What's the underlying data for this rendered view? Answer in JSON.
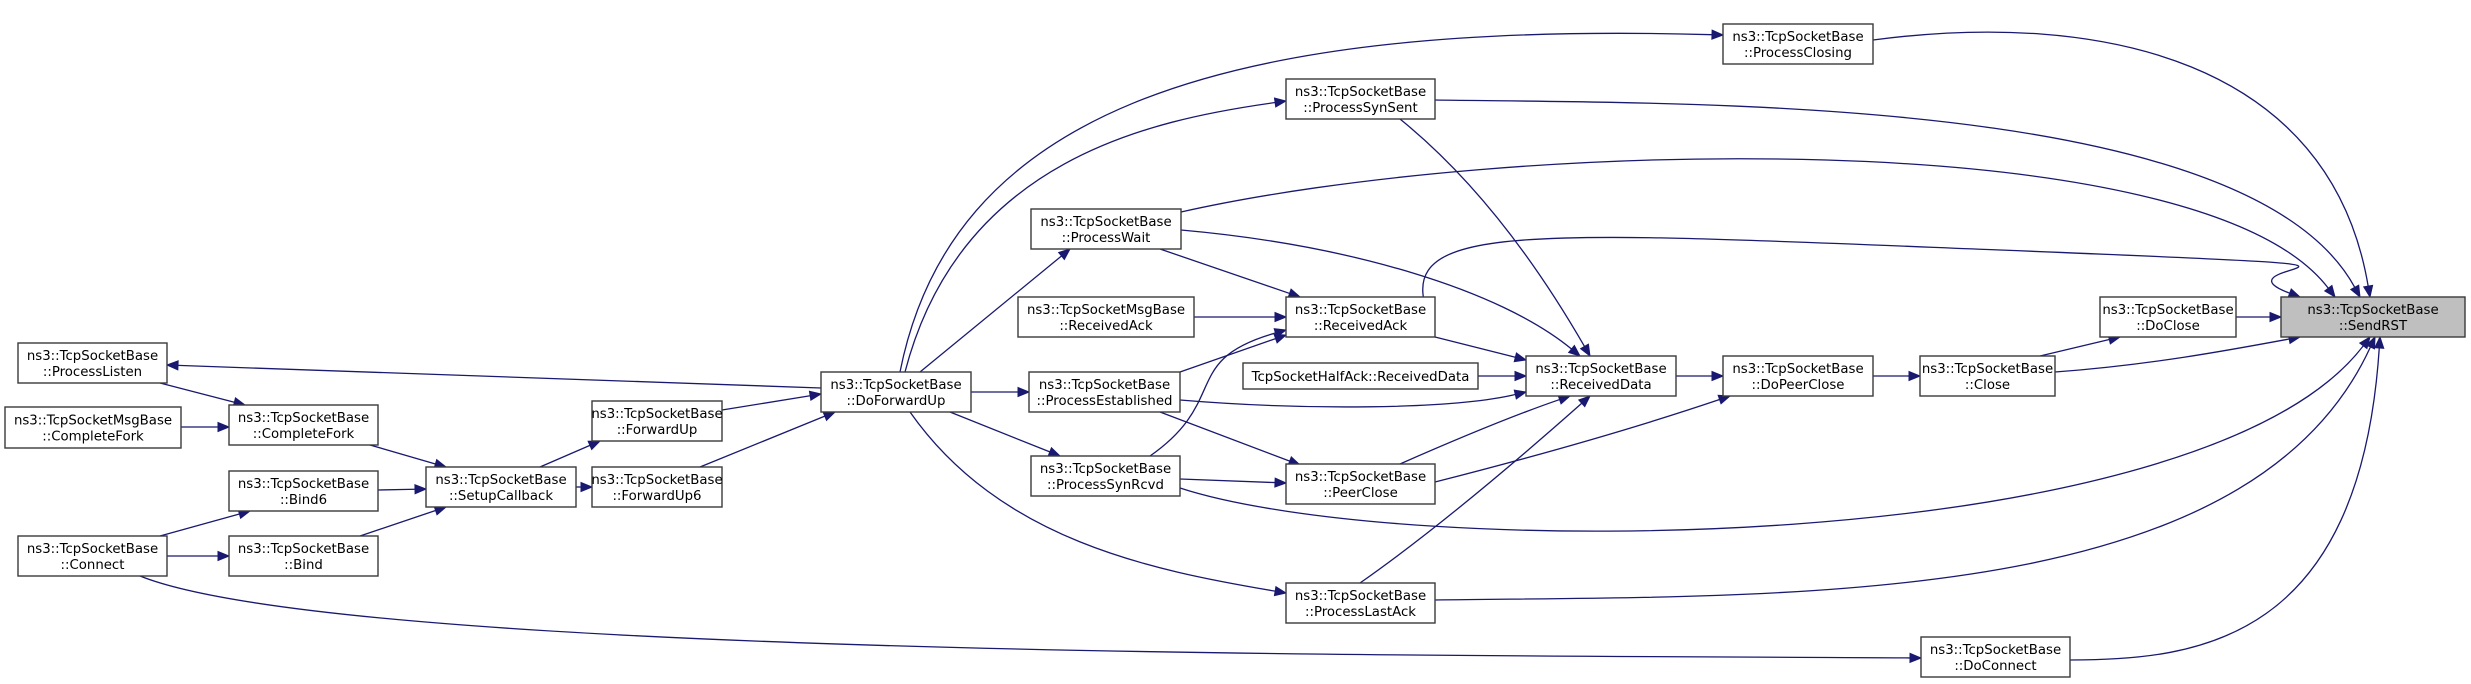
{
  "title": "ns3::TcpSocketBase::SendRST caller graph",
  "colors": {
    "edge": "#191970",
    "node_border": "#3a3a3a",
    "node_fill": "#ffffff",
    "root_fill": "#bfbfbf"
  },
  "nodes": [
    {
      "id": "SendRST",
      "lines": [
        "ns3::TcpSocketBase",
        "::SendRST"
      ],
      "root": true
    },
    {
      "id": "ProcessClosing",
      "lines": [
        "ns3::TcpSocketBase",
        "::ProcessClosing"
      ]
    },
    {
      "id": "ProcessSynSent",
      "lines": [
        "ns3::TcpSocketBase",
        "::ProcessSynSent"
      ]
    },
    {
      "id": "ProcessWait",
      "lines": [
        "ns3::TcpSocketBase",
        "::ProcessWait"
      ]
    },
    {
      "id": "MsgReceivedAck",
      "lines": [
        "ns3::TcpSocketMsgBase",
        "::ReceivedAck"
      ]
    },
    {
      "id": "ReceivedAck",
      "lines": [
        "ns3::TcpSocketBase",
        "::ReceivedAck"
      ]
    },
    {
      "id": "HalfAckReceivedData",
      "lines": [
        "TcpSocketHalfAck::ReceivedData"
      ]
    },
    {
      "id": "ProcessEstablished",
      "lines": [
        "ns3::TcpSocketBase",
        "::ProcessEstablished"
      ]
    },
    {
      "id": "ReceivedData",
      "lines": [
        "ns3::TcpSocketBase",
        "::ReceivedData"
      ]
    },
    {
      "id": "DoPeerClose",
      "lines": [
        "ns3::TcpSocketBase",
        "::DoPeerClose"
      ]
    },
    {
      "id": "Close",
      "lines": [
        "ns3::TcpSocketBase",
        "::Close"
      ]
    },
    {
      "id": "DoClose",
      "lines": [
        "ns3::TcpSocketBase",
        "::DoClose"
      ]
    },
    {
      "id": "ProcessSynRcvd",
      "lines": [
        "ns3::TcpSocketBase",
        "::ProcessSynRcvd"
      ]
    },
    {
      "id": "PeerClose",
      "lines": [
        "ns3::TcpSocketBase",
        "::PeerClose"
      ]
    },
    {
      "id": "ProcessLastAck",
      "lines": [
        "ns3::TcpSocketBase",
        "::ProcessLastAck"
      ]
    },
    {
      "id": "DoConnect",
      "lines": [
        "ns3::TcpSocketBase",
        "::DoConnect"
      ]
    },
    {
      "id": "DoForwardUp",
      "lines": [
        "ns3::TcpSocketBase",
        "::DoForwardUp"
      ]
    },
    {
      "id": "ForwardUp",
      "lines": [
        "ns3::TcpSocketBase",
        "::ForwardUp"
      ]
    },
    {
      "id": "ForwardUp6",
      "lines": [
        "ns3::TcpSocketBase",
        "::ForwardUp6"
      ]
    },
    {
      "id": "SetupCallback",
      "lines": [
        "ns3::TcpSocketBase",
        "::SetupCallback"
      ]
    },
    {
      "id": "CompleteFork",
      "lines": [
        "ns3::TcpSocketBase",
        "::CompleteFork"
      ]
    },
    {
      "id": "Bind6",
      "lines": [
        "ns3::TcpSocketBase",
        "::Bind6"
      ]
    },
    {
      "id": "Bind",
      "lines": [
        "ns3::TcpSocketBase",
        "::Bind"
      ]
    },
    {
      "id": "ProcessListen",
      "lines": [
        "ns3::TcpSocketBase",
        "::ProcessListen"
      ]
    },
    {
      "id": "MsgCompleteFork",
      "lines": [
        "ns3::TcpSocketMsgBase",
        "::CompleteFork"
      ]
    },
    {
      "id": "Connect",
      "lines": [
        "ns3::TcpSocketBase",
        "::Connect"
      ]
    }
  ],
  "edges": [
    {
      "from": "ProcessClosing",
      "to": "SendRST"
    },
    {
      "from": "ProcessSynSent",
      "to": "SendRST"
    },
    {
      "from": "ProcessWait",
      "to": "SendRST"
    },
    {
      "from": "ReceivedAck",
      "to": "SendRST"
    },
    {
      "from": "DoClose",
      "to": "SendRST"
    },
    {
      "from": "Close",
      "to": "SendRST"
    },
    {
      "from": "ProcessSynRcvd",
      "to": "SendRST"
    },
    {
      "from": "ProcessLastAck",
      "to": "SendRST"
    },
    {
      "from": "DoConnect",
      "to": "SendRST"
    },
    {
      "from": "Close",
      "to": "DoClose"
    },
    {
      "from": "DoPeerClose",
      "to": "Close"
    },
    {
      "from": "ReceivedData",
      "to": "DoPeerClose"
    },
    {
      "from": "PeerClose",
      "to": "DoPeerClose"
    },
    {
      "from": "ReceivedAck",
      "to": "ReceivedData"
    },
    {
      "from": "HalfAckReceivedData",
      "to": "ReceivedData"
    },
    {
      "from": "ProcessEstablished",
      "to": "ReceivedData"
    },
    {
      "from": "ProcessWait",
      "to": "ReceivedData"
    },
    {
      "from": "ProcessSynSent",
      "to": "ReceivedData"
    },
    {
      "from": "PeerClose",
      "to": "ReceivedData"
    },
    {
      "from": "ProcessLastAck",
      "to": "ReceivedData"
    },
    {
      "from": "ProcessWait",
      "to": "ReceivedAck"
    },
    {
      "from": "MsgReceivedAck",
      "to": "ReceivedAck"
    },
    {
      "from": "ProcessEstablished",
      "to": "ReceivedAck"
    },
    {
      "from": "ProcessSynRcvd",
      "to": "ReceivedAck"
    },
    {
      "from": "ProcessEstablished",
      "to": "PeerClose"
    },
    {
      "from": "ProcessSynRcvd",
      "to": "PeerClose"
    },
    {
      "from": "DoForwardUp",
      "to": "ProcessClosing"
    },
    {
      "from": "DoForwardUp",
      "to": "ProcessSynSent"
    },
    {
      "from": "DoForwardUp",
      "to": "ProcessWait"
    },
    {
      "from": "DoForwardUp",
      "to": "ProcessEstablished"
    },
    {
      "from": "DoForwardUp",
      "to": "ProcessSynRcvd"
    },
    {
      "from": "DoForwardUp",
      "to": "ProcessLastAck"
    },
    {
      "from": "DoForwardUp",
      "to": "ProcessListen"
    },
    {
      "from": "ForwardUp",
      "to": "DoForwardUp"
    },
    {
      "from": "ForwardUp6",
      "to": "DoForwardUp"
    },
    {
      "from": "SetupCallback",
      "to": "ForwardUp"
    },
    {
      "from": "SetupCallback",
      "to": "ForwardUp6"
    },
    {
      "from": "CompleteFork",
      "to": "SetupCallback"
    },
    {
      "from": "Bind6",
      "to": "SetupCallback"
    },
    {
      "from": "Bind",
      "to": "SetupCallback"
    },
    {
      "from": "ProcessListen",
      "to": "CompleteFork"
    },
    {
      "from": "MsgCompleteFork",
      "to": "CompleteFork"
    },
    {
      "from": "Connect",
      "to": "Bind6"
    },
    {
      "from": "Connect",
      "to": "Bind"
    },
    {
      "from": "Connect",
      "to": "DoConnect"
    }
  ]
}
